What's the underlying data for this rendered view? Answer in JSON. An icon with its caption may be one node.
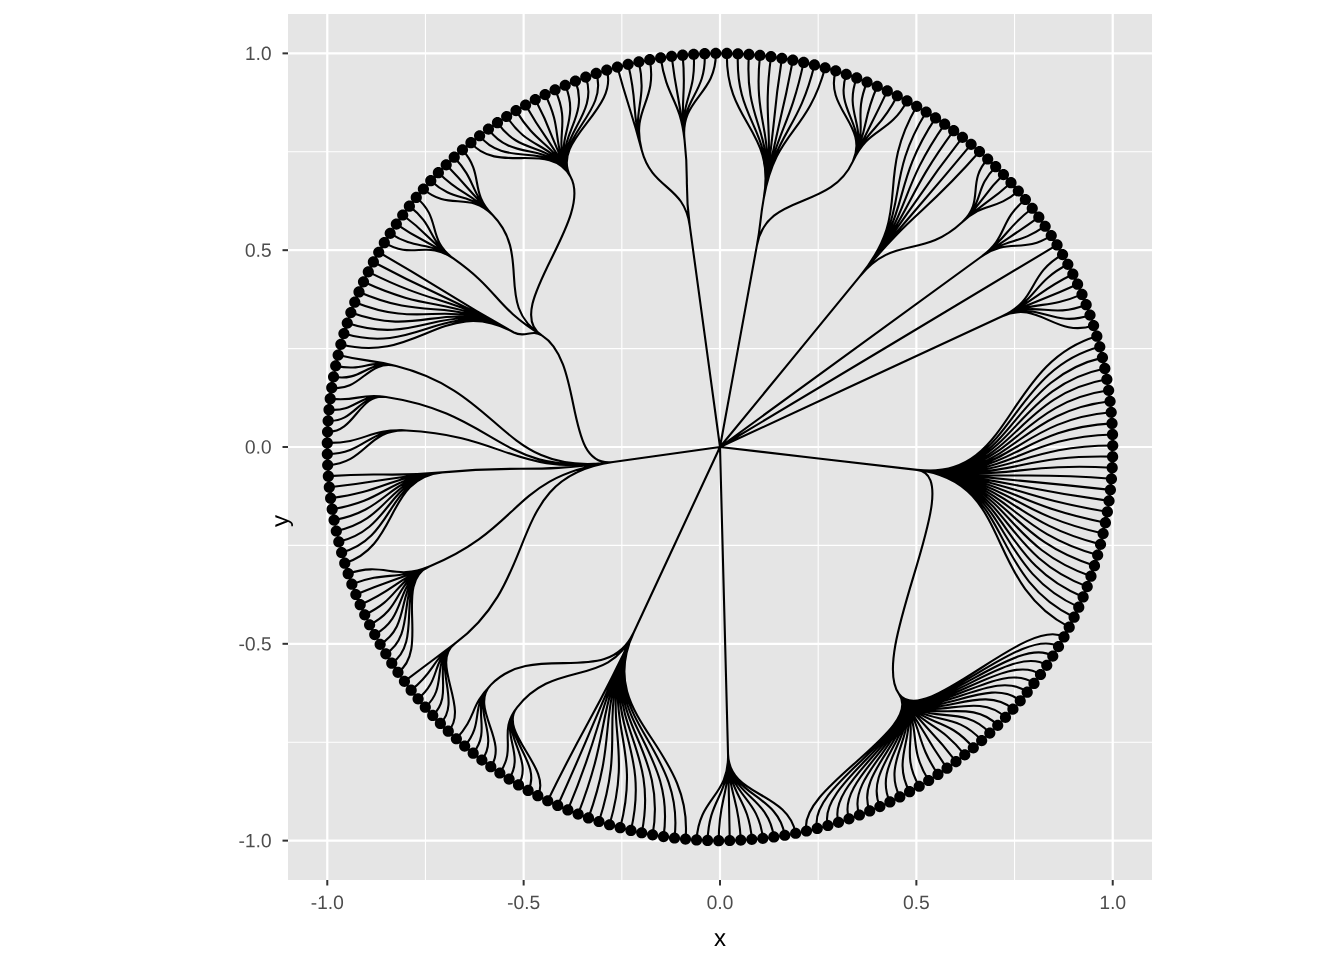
{
  "diagram": {
    "chart_data": {
      "type": "scatter",
      "xlabel": "x",
      "ylabel": "y",
      "xlim": [
        -1.1,
        1.1
      ],
      "ylim": [
        -1.1,
        1.1
      ],
      "grid": true,
      "xticks": [
        {
          "value": -1,
          "label": "-1.0"
        },
        {
          "value": -0.5,
          "label": "-0.5"
        },
        {
          "value": 0,
          "label": "0.0"
        },
        {
          "value": 0.5,
          "label": "0.5"
        },
        {
          "value": 1,
          "label": "1.0"
        }
      ],
      "yticks": [
        {
          "value": -1,
          "label": "-1.0"
        },
        {
          "value": -0.5,
          "label": "-0.5"
        },
        {
          "value": 0,
          "label": "0.0"
        },
        {
          "value": 0.5,
          "label": "0.5"
        },
        {
          "value": 1,
          "label": "1.0"
        }
      ]
    }
  }
}
